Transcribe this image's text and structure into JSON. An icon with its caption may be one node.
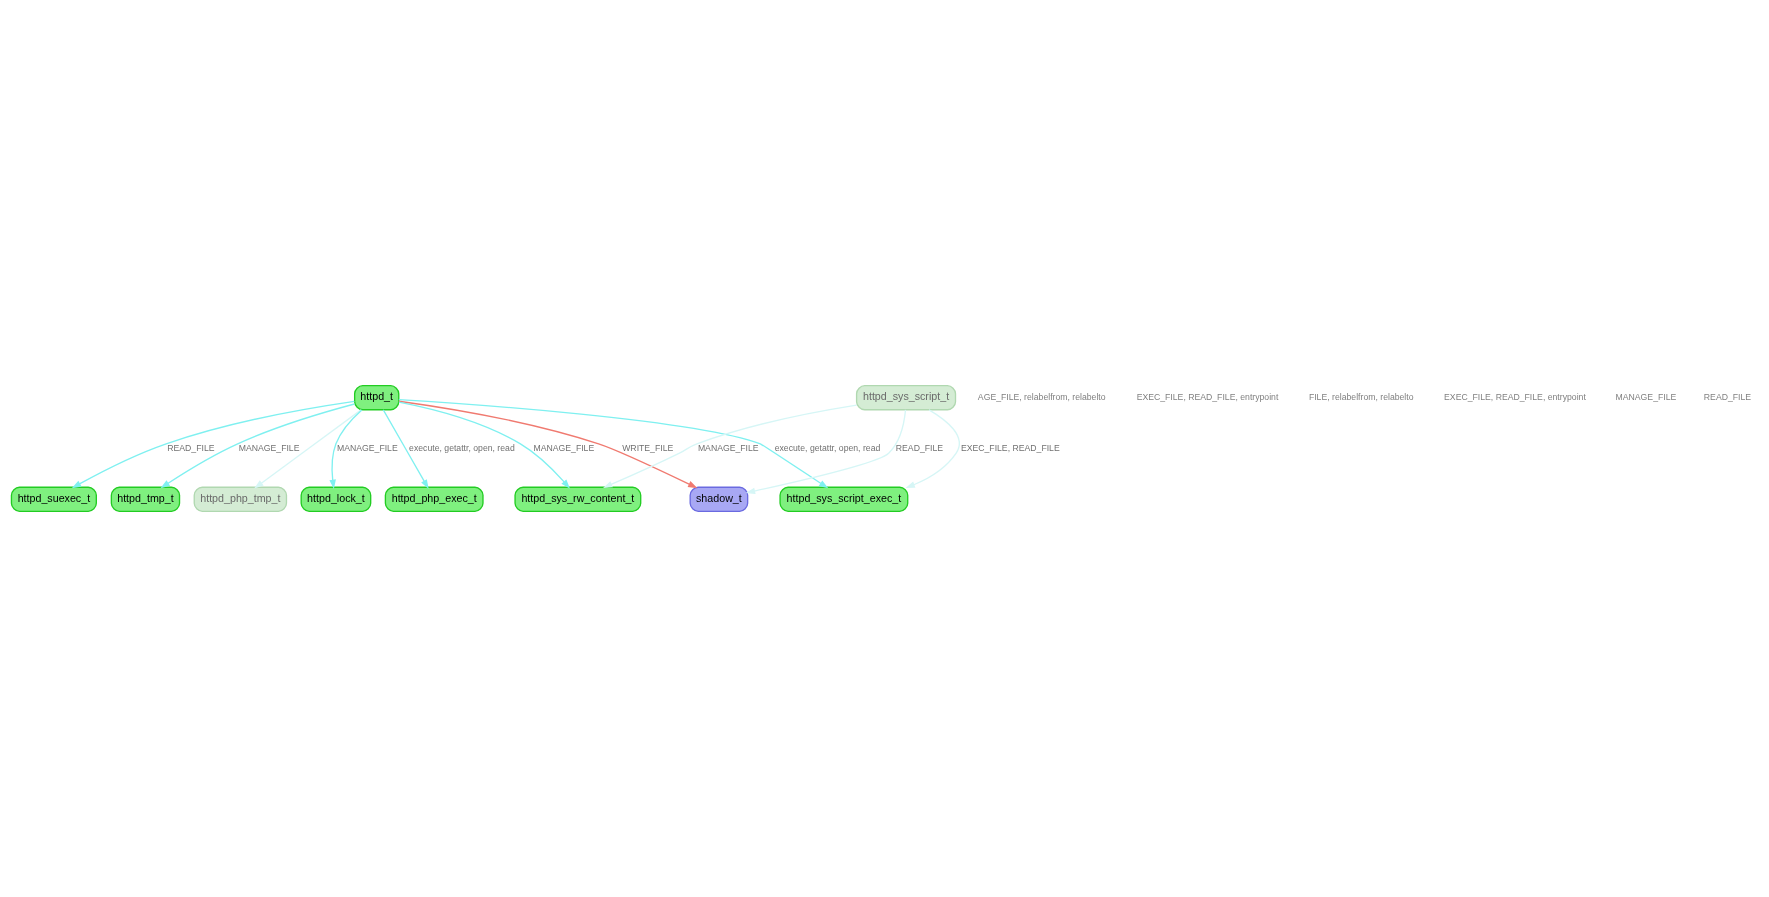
{
  "diagram": {
    "nodes": [
      {
        "text": [
          "httpd_t"
        ]
      },
      {
        "text": [
          "httpd_php_tmp_t"
        ]
      },
      {
        "text": [
          "httpd_sys_script_exec_t"
        ]
      },
      {
        "text": [
          "httpd_lock_t"
        ]
      },
      {
        "text": [
          "httpd_php_exec_t"
        ]
      },
      {
        "text": [
          "httpd_suexec_t"
        ]
      },
      {
        "text": [
          "httpd_tmp_t"
        ]
      },
      {
        "text": [
          "shadow_t"
        ]
      },
      {
        "text": [
          "httpd_sys_script_t"
        ]
      },
      {
        "text": [
          "httpd_sys_rw_content_t"
        ]
      }
    ],
    "edges": [
      {
        "from": 0,
        "to": 1,
        "arrow": "to",
        "color": "#d6f6f6"
      },
      {
        "from": 0,
        "to": 2,
        "arrow": "to",
        "label": "execute, getattr, open, read"
      },
      {
        "from": 0,
        "to": 3,
        "arrow": "to",
        "label": "MANAGE_FILE"
      },
      {
        "from": 0,
        "to": 6,
        "arrow": "to",
        "label": "MANAGE_FILE"
      },
      {
        "from": 0,
        "to": 4,
        "arrow": "to",
        "label": "execute, getattr, open, read"
      },
      {
        "from": 0,
        "to": 9,
        "arrow": "to",
        "label": "MANAGE_FILE"
      },
      {
        "from": 0,
        "to": 7,
        "arrow": "to",
        "label": "WRITE_FILE",
        "color": "#f07a70"
      },
      {
        "from": 0,
        "to": 5,
        "arrow": "to",
        "label": "READ_FILE"
      },
      {
        "from": 8,
        "to": 2,
        "arrow": "to",
        "label": "EXEC_FILE, READ_FILE",
        "color": "#d6f6f6"
      },
      {
        "from": 8,
        "to": 7,
        "arrow": "to",
        "label": "READ_FILE",
        "color": "#d6f6f6"
      },
      {
        "from": 8,
        "to": 9,
        "arrow": "to",
        "label": "MANAGE_FILE",
        "color": "#d6f6f6"
      }
    ],
    "labels": [
      "AGE_FILE, relabelfrom, relabelto",
      "EXEC_FILE, READ_FILE, entrypoint",
      "FILE, relabelfrom, relabelto",
      "EXEC_FILE, READ_FILE, entrypoint",
      "MANAGE_FILE",
      "READ_FILE"
    ]
  }
}
